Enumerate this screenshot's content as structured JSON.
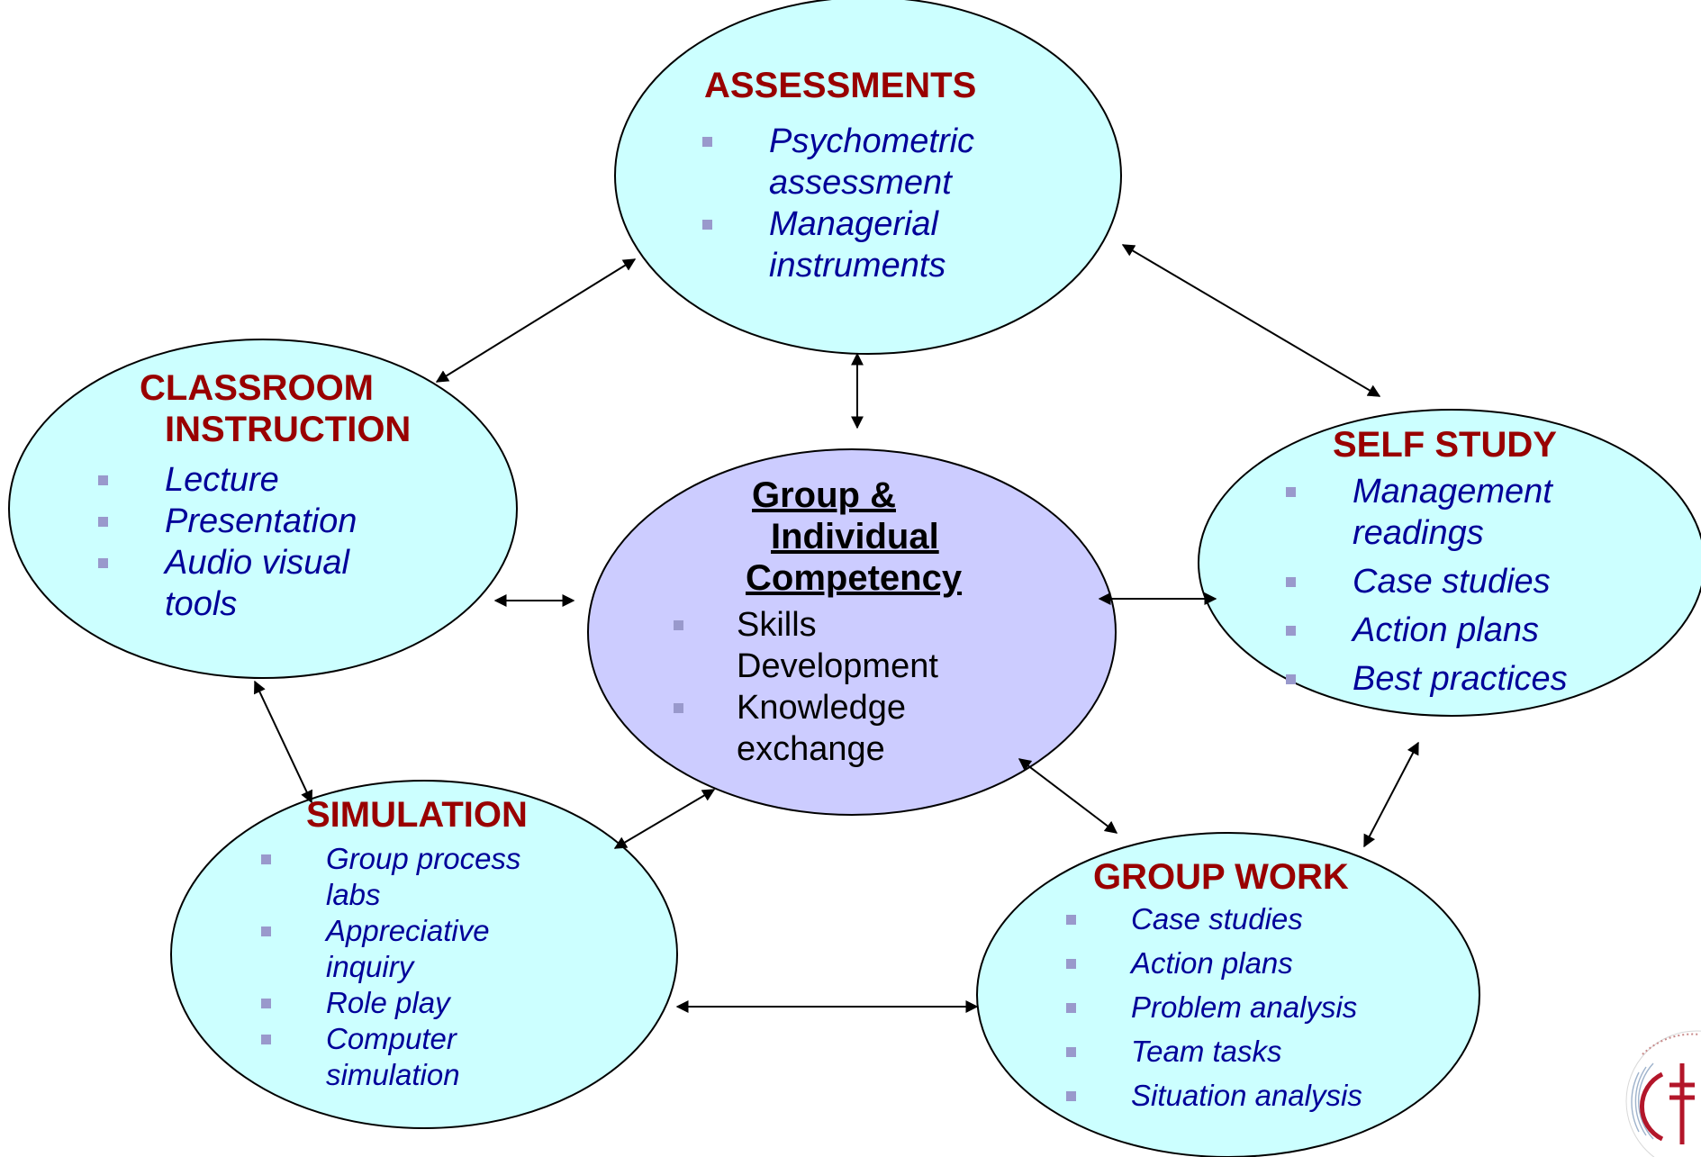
{
  "colors": {
    "ellipse_fill": "#ccffff",
    "center_fill": "#ccccff",
    "title_color": "#990000",
    "item_color": "#000099",
    "bullet_color": "#9999cc"
  },
  "assessments": {
    "title": "ASSESSMENTS",
    "items": [
      "Psychometric assessment",
      "Managerial instruments"
    ]
  },
  "classroom": {
    "title_line1": "CLASSROOM",
    "title_line2": "INSTRUCTION",
    "items": [
      "Lecture",
      "Presentation",
      "Audio visual tools"
    ]
  },
  "center": {
    "title_line1": "Group &",
    "title_line2": "Individual",
    "title_line3": "Competency",
    "items": [
      "Skills Development",
      "Knowledge exchange"
    ]
  },
  "self_study": {
    "title": "SELF STUDY",
    "items": [
      "Management readings",
      "Case studies",
      "Action plans",
      "Best practices"
    ]
  },
  "simulation": {
    "title": "SIMULATION",
    "items": [
      "Group process labs",
      "Appreciative inquiry",
      "Role play",
      "Computer simulation"
    ]
  },
  "group_work": {
    "title": "GROUP WORK",
    "items": [
      "Case studies",
      "Action plans",
      "Problem analysis",
      "Team tasks",
      "Situation analysis"
    ]
  }
}
